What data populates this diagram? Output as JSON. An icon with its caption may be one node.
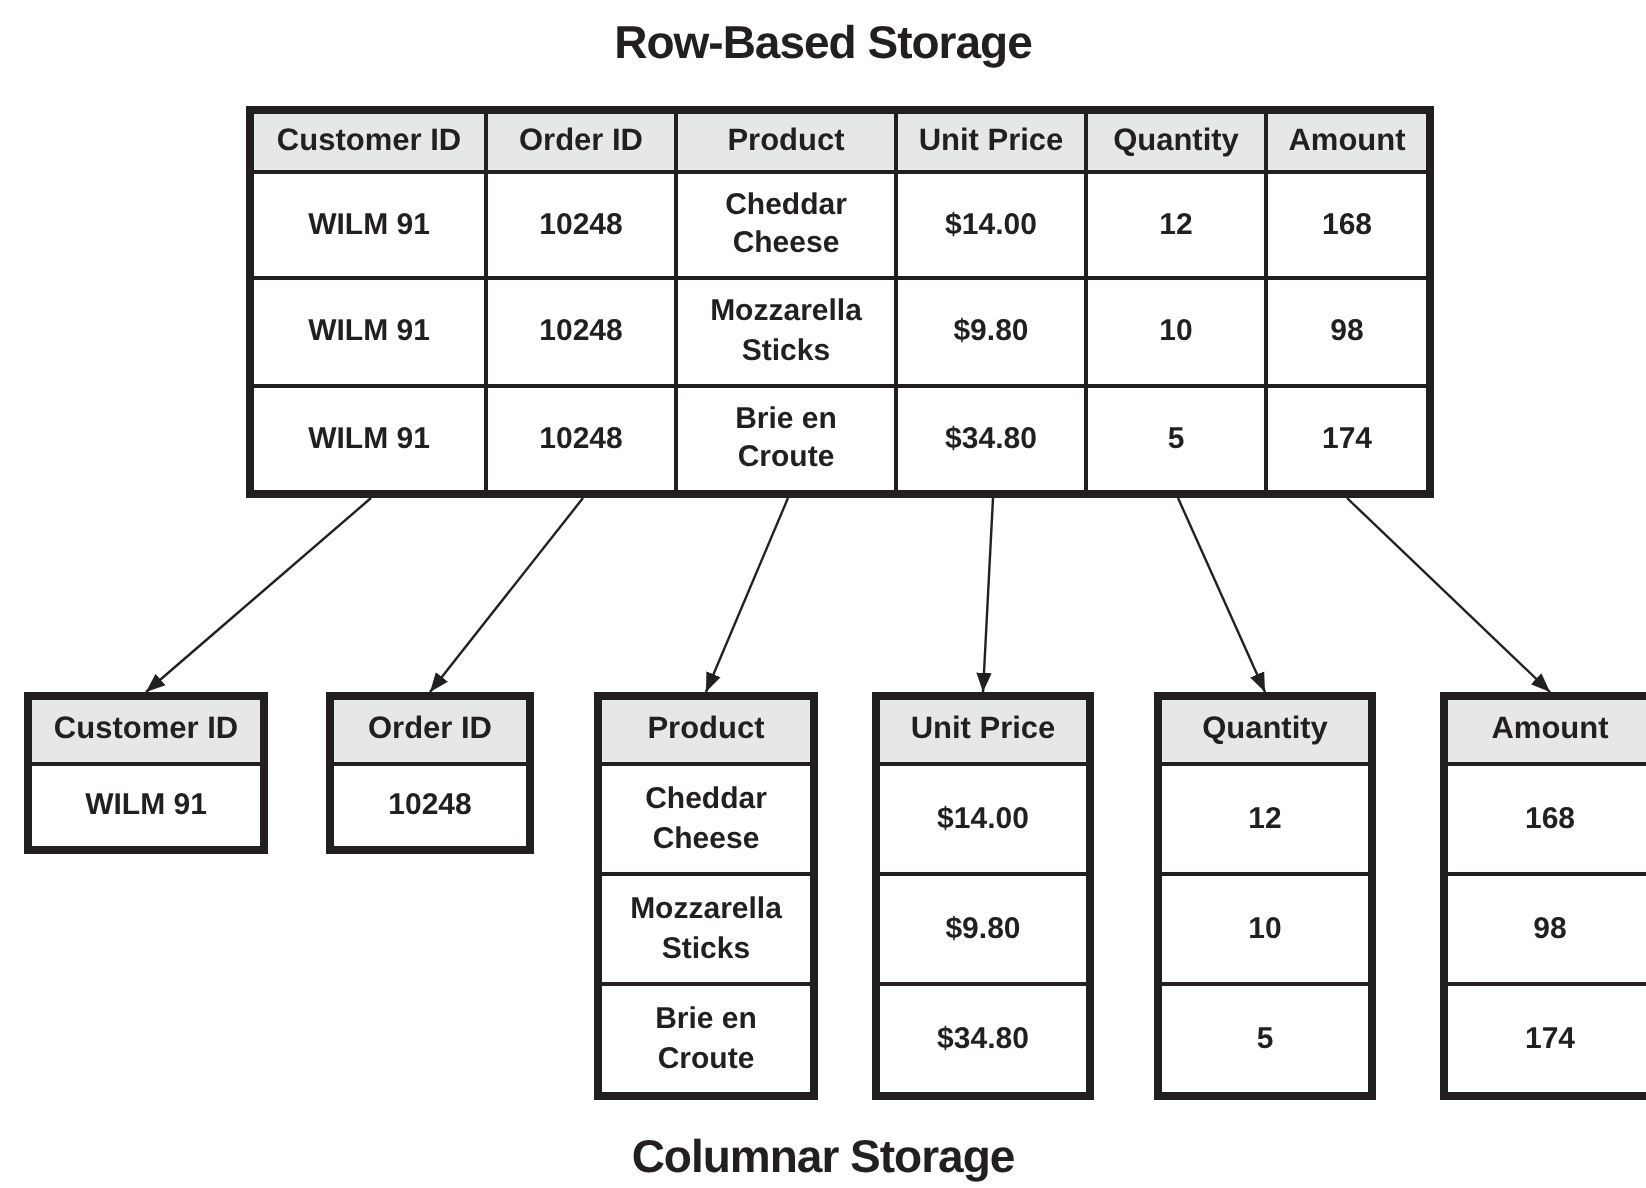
{
  "diagram": {
    "title": "Row-Based Storage",
    "caption": "Columnar Storage",
    "nodes": [
      {
        "text": [],
        "shape": "box"
      },
      {
        "text": [
          "Customer ID",
          "WILM 91",
          "WILM 91",
          "WILM 91"
        ],
        "in": 0
      },
      {
        "text": [
          "Order ID",
          "10248",
          "10248",
          "10248"
        ],
        "in": 0
      },
      {
        "text": [
          "Product",
          "Cheddar Cheese",
          "Mozzarella Sticks",
          "Brie en Croute"
        ],
        "in": 0
      },
      {
        "text": [
          "Unit Price",
          "$14.00",
          "$9.80",
          "$34.80"
        ],
        "in": 0
      },
      {
        "text": [
          "Quantity",
          "12",
          "10",
          "5"
        ],
        "in": 0
      },
      {
        "text": [
          "Amount",
          "168",
          "98",
          "174"
        ],
        "in": 0
      },
      {
        "text": [
          "Customer ID",
          "WILM 91"
        ]
      },
      {
        "text": [
          "Order ID",
          "10248"
        ]
      },
      {
        "text": [
          "Product",
          "Cheddar Cheese",
          "Mozzarella Sticks",
          "Brie en Croute"
        ]
      },
      {
        "text": [
          "Unit Price",
          "$14.00",
          "$9.80",
          "$34.80"
        ]
      },
      {
        "text": [
          "Quantity",
          "12",
          "10",
          "5"
        ]
      },
      {
        "text": [
          "Amount",
          "168",
          "98",
          "174"
        ]
      }
    ],
    "edges": [
      {
        "from": 1,
        "to": 7,
        "arrow": "to"
      },
      {
        "from": 2,
        "to": 8,
        "arrow": "to"
      },
      {
        "from": 3,
        "to": 9,
        "arrow": "to"
      },
      {
        "from": 4,
        "to": 10,
        "arrow": "to"
      },
      {
        "from": 5,
        "to": 11,
        "arrow": "to"
      },
      {
        "from": 6,
        "to": 12,
        "arrow": "to"
      }
    ]
  }
}
